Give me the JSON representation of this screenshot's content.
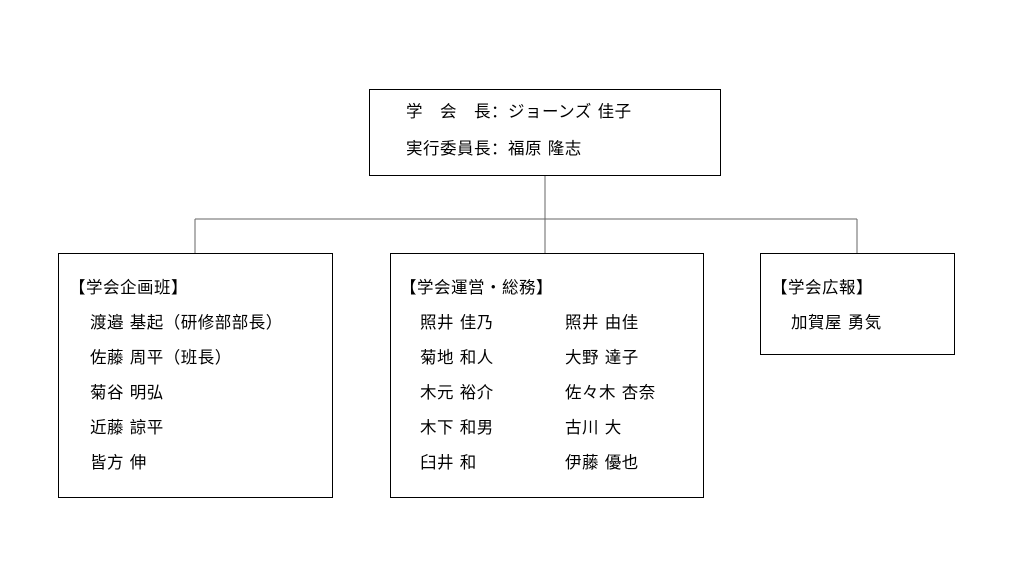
{
  "top": {
    "president_role": "学　会　長",
    "president_sep": "：",
    "president_name": "ジョーンズ 佳子",
    "committee_role": "実行委員長",
    "committee_sep": "：",
    "committee_name": "福原 隆志"
  },
  "planning": {
    "heading": "【学会企画班】",
    "members": [
      "渡邉 基起（研修部部長）",
      "佐藤 周平（班長）",
      "菊谷 明弘",
      "近藤 諒平",
      "皆方 伸"
    ]
  },
  "operations": {
    "heading": "【学会運営・総務】",
    "members_left": [
      "照井 佳乃",
      "菊地 和人",
      "木元 裕介",
      "木下 和男",
      "臼井 和"
    ],
    "members_right": [
      "照井 由佳",
      "大野 達子",
      "佐々木 杏奈",
      "古川 大",
      "伊藤 優也"
    ]
  },
  "pr": {
    "heading": "【学会広報】",
    "members": [
      "加賀屋 勇気"
    ]
  }
}
